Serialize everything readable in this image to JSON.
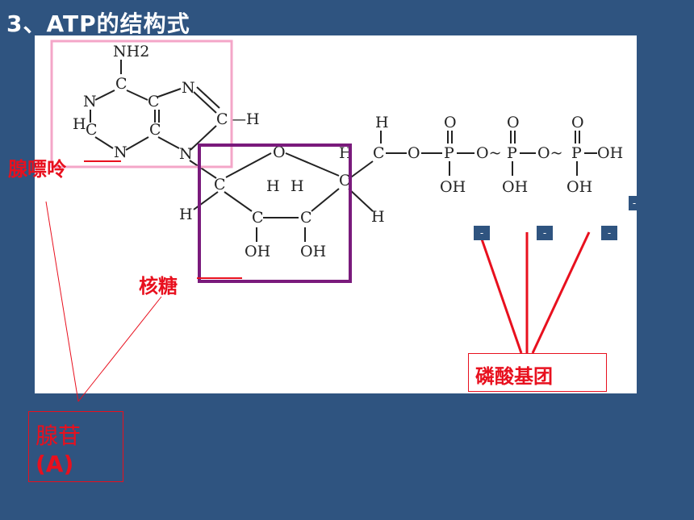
{
  "title": "3、ATP的结构式",
  "labels": {
    "adenine": "腺嘌呤",
    "ribose": "核糖",
    "phosphate_groups": "磷酸基团",
    "adenosine_line1": "腺苷",
    "adenosine_line2": "(A)"
  },
  "molecule": {
    "amine": "NH2",
    "atoms": {
      "C": "C",
      "N": "N",
      "H": "H",
      "O": "O",
      "P": "P",
      "OH": "OH",
      "bond_o": "O~",
      "bond_h": "—H"
    },
    "markers": [
      "-",
      "-",
      "-",
      "-"
    ]
  },
  "colors": {
    "background": "#2f5480",
    "label_red": "#e8101e",
    "adenine_box": "#f4a6c8",
    "ribose_box": "#7a1a7c"
  }
}
